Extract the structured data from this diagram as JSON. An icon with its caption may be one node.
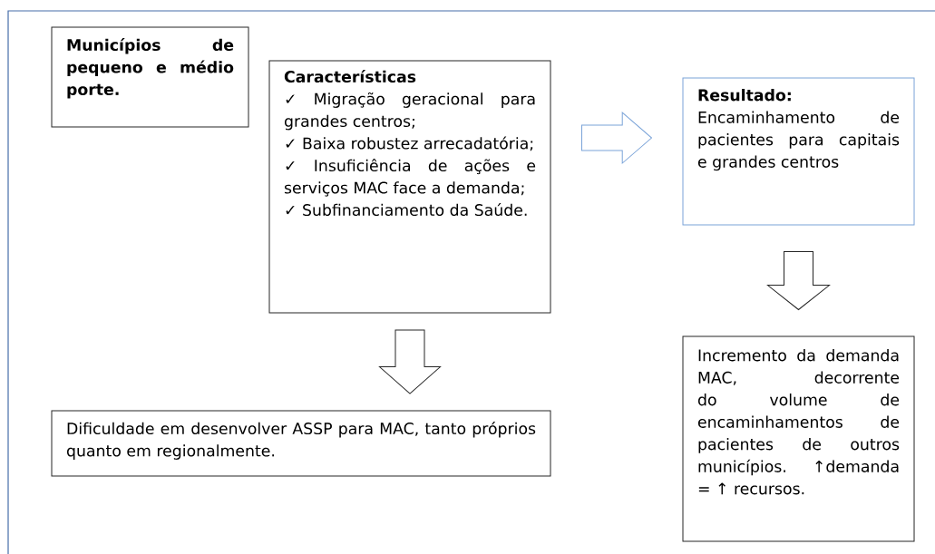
{
  "diagram": {
    "nodes": [
      {
        "text": [
          "Municípios de pequeno e médio porte."
        ]
      },
      {
        "text": [
          "Características",
          "✓ Migração geracional para grandes centros;",
          "✓ Baixa robustez arrecadatória;",
          "✓ Insuficiência de ações e serviços MAC face a demanda;",
          "✓ Subfinanciamento da Saúde."
        ]
      },
      {
        "text": [
          "Resultado:",
          "Encaminhamento de pacientes para capitais e grandes centros"
        ]
      },
      {
        "text": [
          "Dificuldade em desenvolver ASSP para MAC, tanto próprios quanto em regionalmente."
        ]
      },
      {
        "text": [
          "Incremento da demanda MAC, decorrente do volume de encaminhamentos de pacientes de outros municípios. ↑demanda = ↑ recursos."
        ]
      }
    ],
    "edges": [
      {
        "from": 1,
        "to": 2,
        "arrow": "to",
        "color": "#7aa3d8"
      },
      {
        "from": 1,
        "to": 3,
        "arrow": "to"
      },
      {
        "from": 2,
        "to": 4,
        "arrow": "to"
      }
    ]
  }
}
